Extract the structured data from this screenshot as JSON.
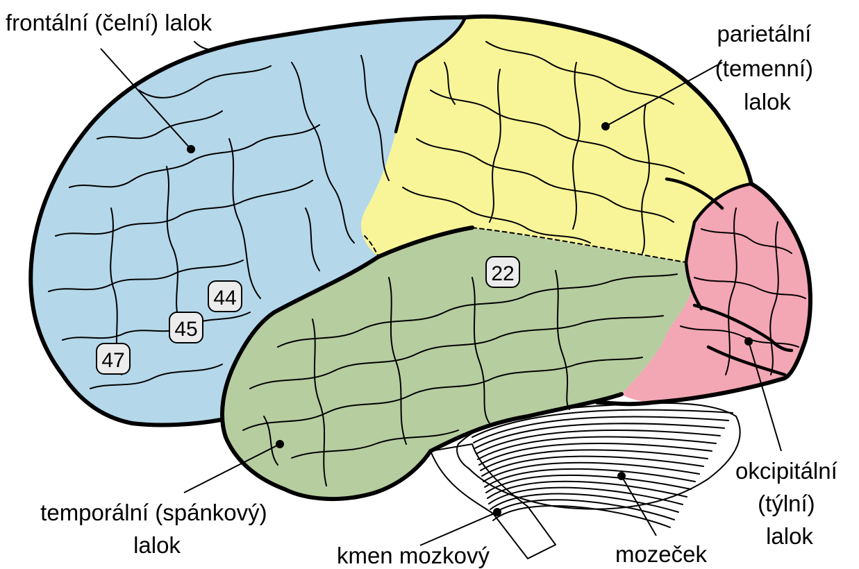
{
  "labels": {
    "frontal": "frontální (čelní) lalok",
    "parietal": [
      "parietální",
      "(temenní)",
      "lalok"
    ],
    "occipital": [
      "okcipitální",
      "(týlní)",
      "lalok"
    ],
    "temporal": [
      "temporální (spánkový)",
      "lalok"
    ],
    "brainstem": "kmen mozkový",
    "cerebellum": "mozeček"
  },
  "areas": [
    "44",
    "45",
    "47",
    "22"
  ],
  "colors": {
    "frontal": "#b4d7ea",
    "parietal": "#f8f598",
    "occipital": "#f3a6b4",
    "temporal": "#b6cd9f",
    "cerebellum": "#ffffff",
    "brainstem": "#ffffff",
    "outline": "#000000",
    "badge": "#ececec"
  }
}
